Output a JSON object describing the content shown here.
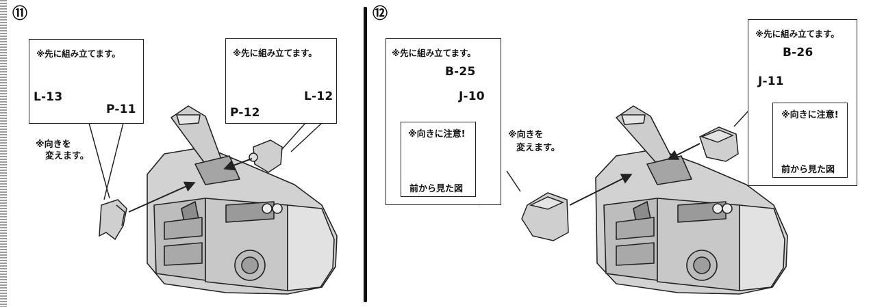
{
  "step11": {
    "number": "⑪",
    "callout_left": {
      "note": "※先に組み立てます。",
      "part_a": "L-13",
      "part_b": "P-11"
    },
    "callout_right": {
      "note": "※先に組み立てます。",
      "part_a": "P-12",
      "part_b": "L-12"
    },
    "orientation_note_line1": "※向きを",
    "orientation_note_line2": "変えます。"
  },
  "step12": {
    "number": "⑫",
    "callout_left": {
      "note": "※先に組み立てます。",
      "part_a": "B-25",
      "part_b": "J-10",
      "caution": "※向きに注意!",
      "view_caption": "前から見た図"
    },
    "callout_right": {
      "note": "※先に組み立てます。",
      "part_a": "B-26",
      "part_b": "J-11",
      "caution": "※向きに注意!",
      "view_caption": "前から見た図"
    },
    "orientation_note_line1": "※向きを",
    "orientation_note_line2": "変えます。"
  },
  "colors": {
    "part_fill": "#cfcfcf",
    "part_dark": "#8c8c8c",
    "outline": "#222222",
    "divider": "#111111"
  }
}
